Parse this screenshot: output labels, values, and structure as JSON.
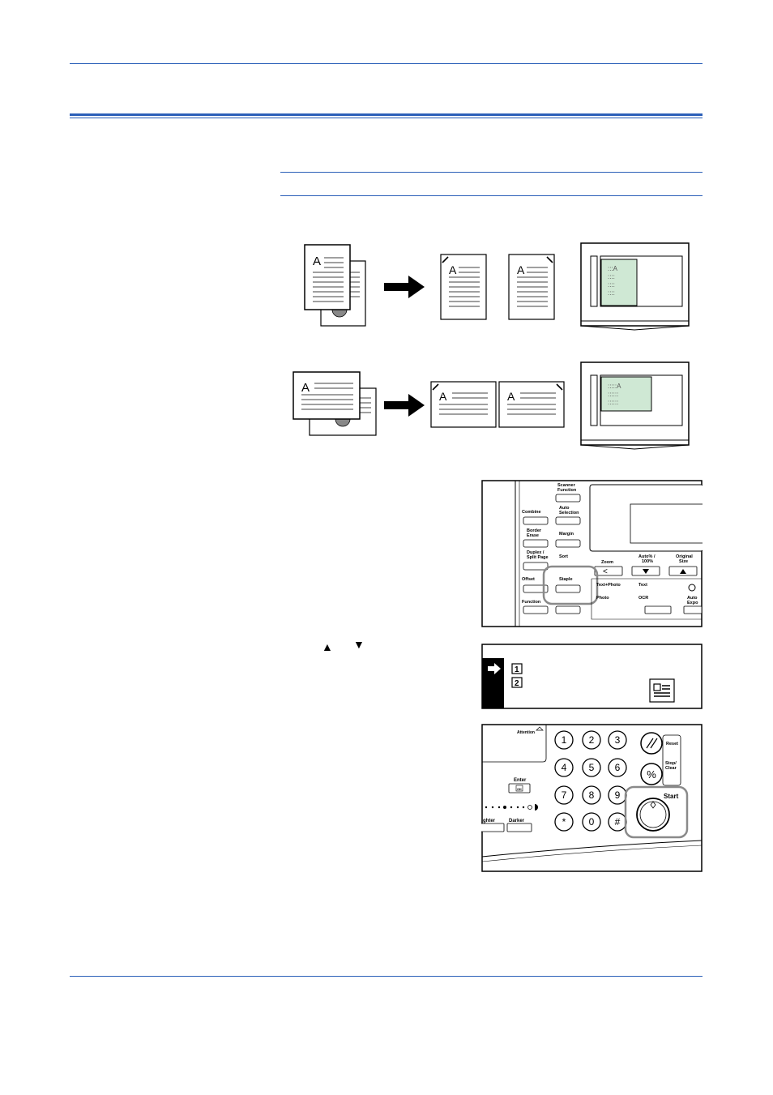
{
  "illustrations": {
    "page_glyph": "A"
  },
  "control_panel": {
    "scanner_function_label": [
      "Scanner",
      "Function"
    ],
    "auto_selection_label": [
      "Auto",
      "Selection"
    ],
    "combine_label": "Combine",
    "border_erase_label": [
      "Border",
      "Erase"
    ],
    "margin_label": "Margin",
    "duplex_label": [
      "Duplex /",
      "Split Page"
    ],
    "sort_label": "Sort",
    "offset_label": "Offset",
    "staple_label": "Staple",
    "function_label": "Function",
    "zoom_label": "Zoom",
    "auto_100_label": [
      "Auto% /",
      "100%"
    ],
    "original_size_label": [
      "Original",
      "Size"
    ],
    "text_photo_label": "Text+Photo",
    "text_label": "Text",
    "photo_label": "Photo",
    "ocr_label": "OCR",
    "auto_expo_label": [
      "Auto",
      "Expo"
    ],
    "highlight_color": "#8a8a8a"
  },
  "step_text": {
    "arrow_up": "▲",
    "arrow_down": "▼"
  },
  "display": {
    "option_1": "1",
    "option_2": "2"
  },
  "keypad": {
    "attention_label": "Attention",
    "enter_label": "Enter",
    "ok_label": "OK",
    "keys": [
      "1",
      "2",
      "3",
      "4",
      "5",
      "6",
      "7",
      "8",
      "9",
      "*",
      "0",
      "#"
    ],
    "reset_label": "Reset",
    "stop_clear_label": [
      "Stop/",
      "Clear"
    ],
    "start_label": "Start",
    "lighter_label": "ghter",
    "darker_label": "Darker"
  },
  "colors": {
    "rule_blue": "#2b5fb8",
    "platen_green": "#cfe8d4"
  }
}
